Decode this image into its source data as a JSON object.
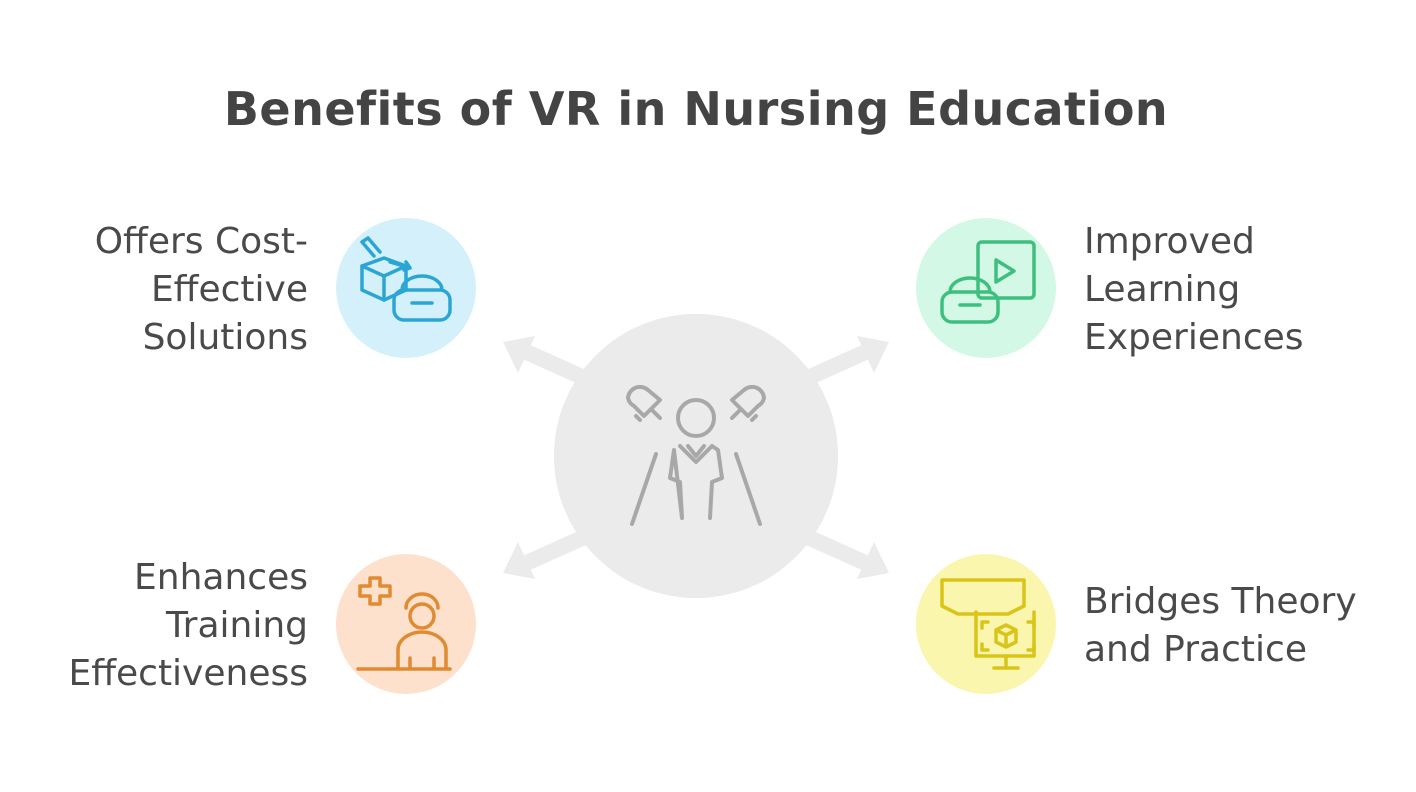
{
  "title": "Benefits of VR in Nursing Education",
  "benefits": [
    {
      "label": "Offers Cost-\nEffective\nSolutions",
      "icon": "vr-box-icon",
      "color": "#2ba6d4",
      "bg": "#d4f1fb"
    },
    {
      "label": "Improved\nLearning\nExperiences",
      "icon": "vr-video-icon",
      "color": "#3cbf7f",
      "bg": "#d4f8e6"
    },
    {
      "label": "Enhances\nTraining\nEffectiveness",
      "icon": "nurse-plus-icon",
      "color": "#e08a32",
      "bg": "#fde1cc"
    },
    {
      "label": "Bridges Theory\nand Practice",
      "icon": "vr-screen-icon",
      "color": "#d9c41a",
      "bg": "#fbf6ad"
    }
  ],
  "center": {
    "icon": "nurse-spotlight-icon",
    "color": "#a8a8a8",
    "bg": "#ebebeb"
  }
}
